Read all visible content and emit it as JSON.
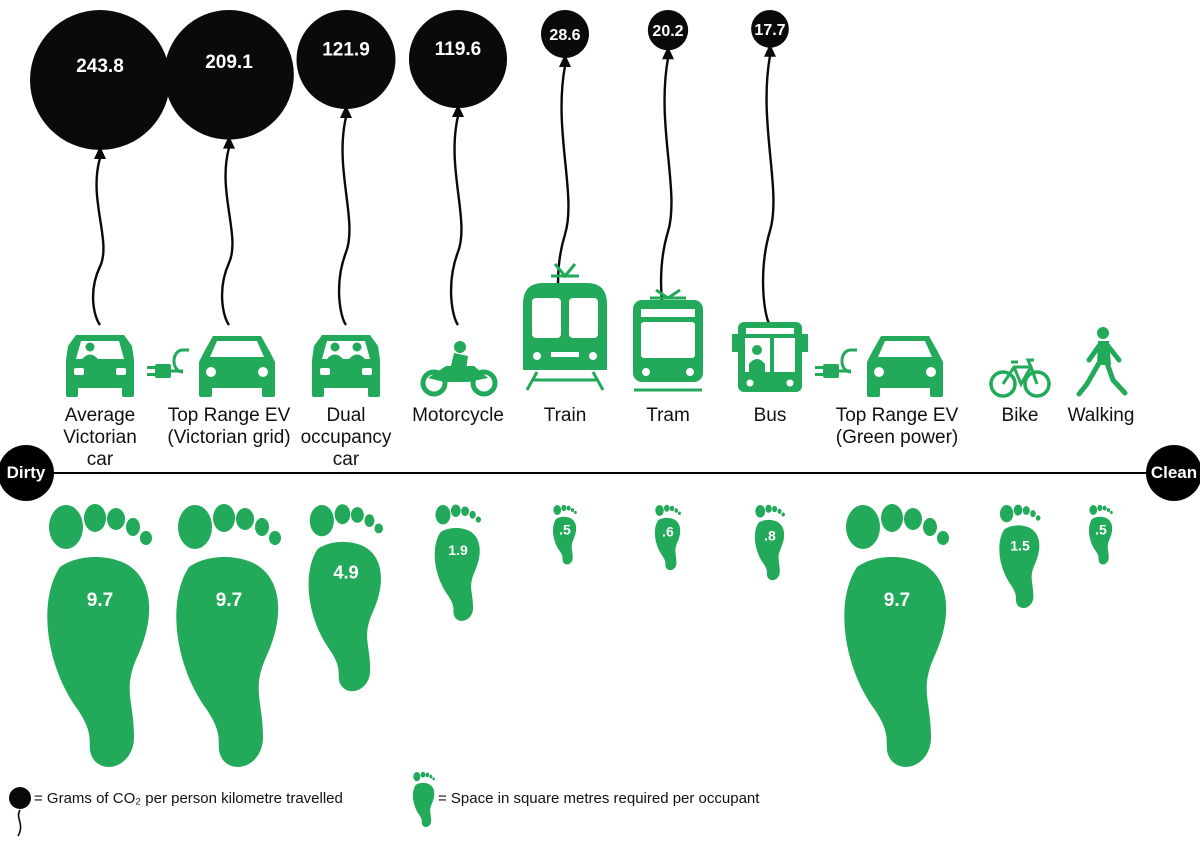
{
  "colors": {
    "balloon": "#0a0a0a",
    "foot": "#22a95a",
    "icon": "#22a95a",
    "axis": "#000000"
  },
  "scale": {
    "left_end": "Dirty",
    "right_end": "Clean"
  },
  "chart_data": {
    "type": "pictograph",
    "categories": [
      "Average Victorian car",
      "Top Range EV (Victorian grid)",
      "Dual occupancy car",
      "Motorcycle",
      "Train",
      "Tram",
      "Bus",
      "Top Range EV (Green power)",
      "Bike",
      "Walking"
    ],
    "series": [
      {
        "name": "Grams of CO₂ per person kilometre travelled",
        "values": [
          243.8,
          209.1,
          121.9,
          119.6,
          28.6,
          20.2,
          17.7,
          null,
          null,
          null
        ],
        "labels": [
          "243.8",
          "209.1",
          "121.9",
          "119.6",
          "28.6",
          "20.2",
          "17.7",
          null,
          null,
          null
        ]
      },
      {
        "name": "Space in square metres required per occupant",
        "values": [
          9.7,
          9.7,
          4.9,
          1.9,
          0.5,
          0.6,
          0.8,
          9.7,
          1.5,
          0.5
        ],
        "labels": [
          "9.7",
          "9.7",
          "4.9",
          "1.9",
          ".5",
          ".6",
          ".8",
          "9.7",
          "1.5",
          ".5"
        ]
      }
    ]
  },
  "modes": [
    {
      "label": "Average\nVictorian\ncar",
      "icon": "car-driver-icon"
    },
    {
      "label": "Top Range EV\n(Victorian grid)",
      "icon": "electric-car-icon"
    },
    {
      "label": "Dual\noccupancy\ncar",
      "icon": "car-two-people-icon"
    },
    {
      "label": "Motorcycle",
      "icon": "motorcycle-icon"
    },
    {
      "label": "Train",
      "icon": "train-icon"
    },
    {
      "label": "Tram",
      "icon": "tram-icon"
    },
    {
      "label": "Bus",
      "icon": "bus-icon"
    },
    {
      "label": "Top Range EV\n(Green power)",
      "icon": "electric-car-icon"
    },
    {
      "label": "Bike",
      "icon": "bicycle-icon"
    },
    {
      "label": "Walking",
      "icon": "walking-person-icon"
    }
  ],
  "legend": {
    "co2": "= Grams of CO₂ per person kilometre travelled",
    "space": "= Space in square metres required per occupant"
  }
}
